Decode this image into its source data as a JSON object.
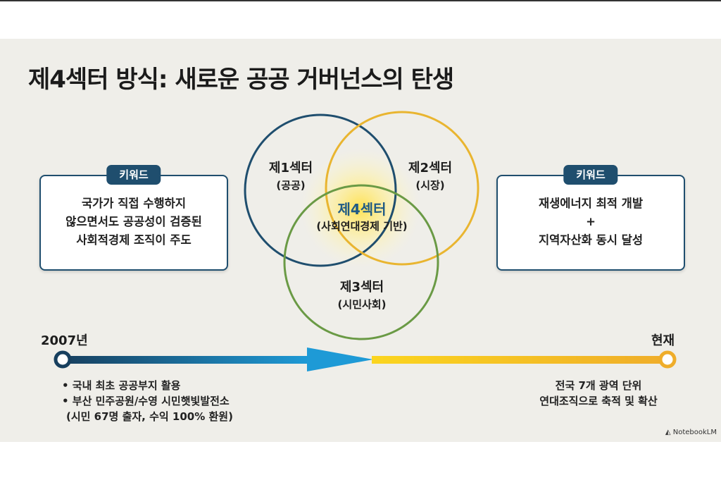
{
  "title": "제4섹터 방식: 새로운 공공 거버넌스의 탄생",
  "left_box": {
    "badge": "키워드",
    "lines": [
      "국가가 직접 수행하지",
      "않으면서도 공공성이 검증된",
      "사회적경제 조직이 주도"
    ]
  },
  "right_box": {
    "badge": "키워드",
    "lines": [
      "재생에너지 최적 개발",
      "+",
      "지역자산화 동시 달성"
    ]
  },
  "venn": {
    "sector1": {
      "name": "제1섹터",
      "sub": "(공공)",
      "color": "#1f4e6e"
    },
    "sector2": {
      "name": "제2섹터",
      "sub": "(시장)",
      "color": "#e9b530"
    },
    "sector3": {
      "name": "제3섹터",
      "sub": "(시민사회)",
      "color": "#6a9a45"
    },
    "center": {
      "name": "제4섹터",
      "sub": "(사회연대경제 기반)",
      "color": "#1f5a85"
    }
  },
  "timeline": {
    "start": "2007년",
    "end": "현재",
    "start_notes": [
      "• 국내 최초 공공부지 활용",
      "• 부산 민주공원/수영 시민햇빛발전소",
      "(시민 67명 출자, 수익 100% 환원)"
    ],
    "end_notes": [
      "전국 7개 광역 단위",
      "연대조직으로 축적 및 확산"
    ]
  },
  "brand": "NotebookLM"
}
